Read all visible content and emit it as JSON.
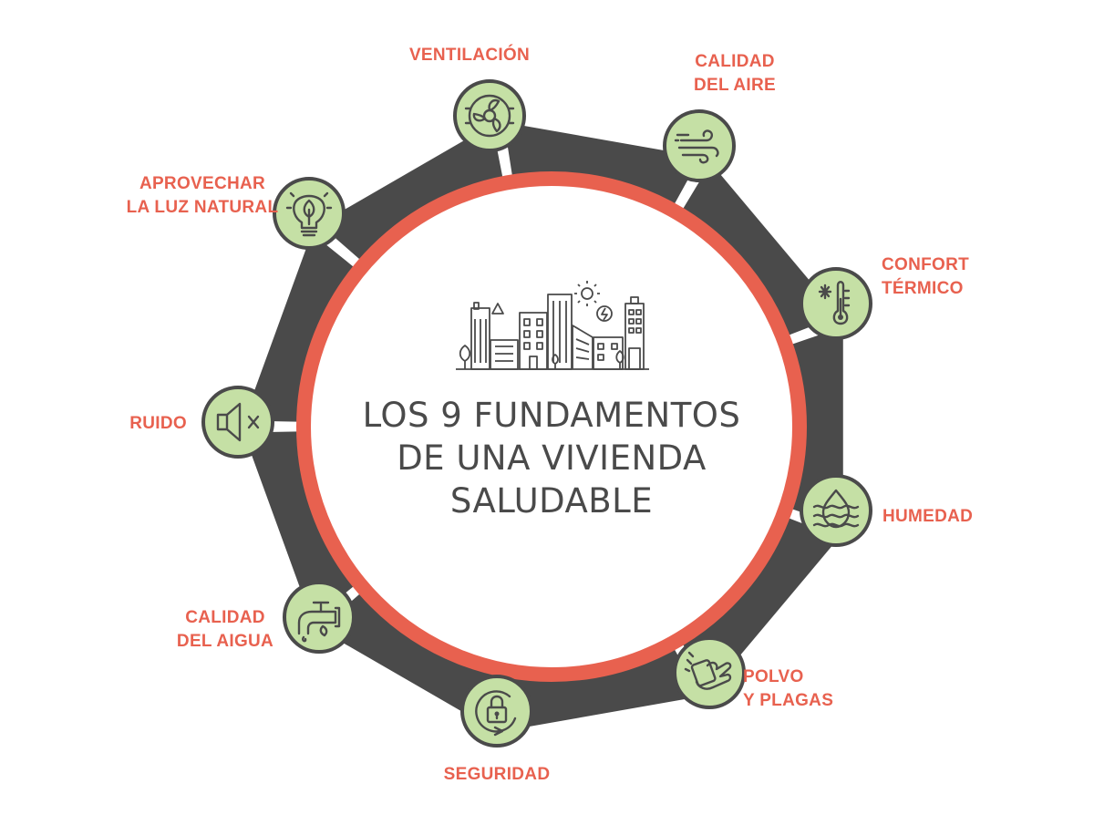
{
  "title": {
    "line1": "LOS 9 FUNDAMENTOS",
    "line2": "DE UNA VIVIENDA",
    "line3": "SALUDABLE"
  },
  "colors": {
    "ring_dark": "#4a4a4a",
    "ring_accent": "#e8614f",
    "node_fill": "#c5e0a5",
    "label_text": "#e8614f",
    "title_text": "#4a4a4a"
  },
  "fundamentals": [
    {
      "id": "ventilacion",
      "lines": [
        "VENTILACIÓN"
      ],
      "icon": "fan-icon"
    },
    {
      "id": "calidad-aire",
      "lines": [
        "CALIDAD",
        "DEL AIRE"
      ],
      "icon": "wind-icon"
    },
    {
      "id": "confort-termico",
      "lines": [
        "CONFORT",
        "TÉRMICO"
      ],
      "icon": "thermometer-snowflake-icon"
    },
    {
      "id": "humedad",
      "lines": [
        "HUMEDAD"
      ],
      "icon": "humidity-drop-icon"
    },
    {
      "id": "polvo-plagas",
      "lines": [
        "POLVO",
        "Y PLAGAS"
      ],
      "icon": "cleaning-hand-icon"
    },
    {
      "id": "seguridad",
      "lines": [
        "SEGURIDAD"
      ],
      "icon": "padlock-icon"
    },
    {
      "id": "calidad-agua",
      "lines": [
        "CALIDAD",
        "DEL AIGUA"
      ],
      "icon": "water-tap-icon"
    },
    {
      "id": "ruido",
      "lines": [
        "RUIDO"
      ],
      "icon": "speaker-mute-icon"
    },
    {
      "id": "luz-natural",
      "lines": [
        "APROVECHAR",
        "LA LUZ NATURAL"
      ],
      "icon": "lightbulb-leaf-icon"
    }
  ]
}
